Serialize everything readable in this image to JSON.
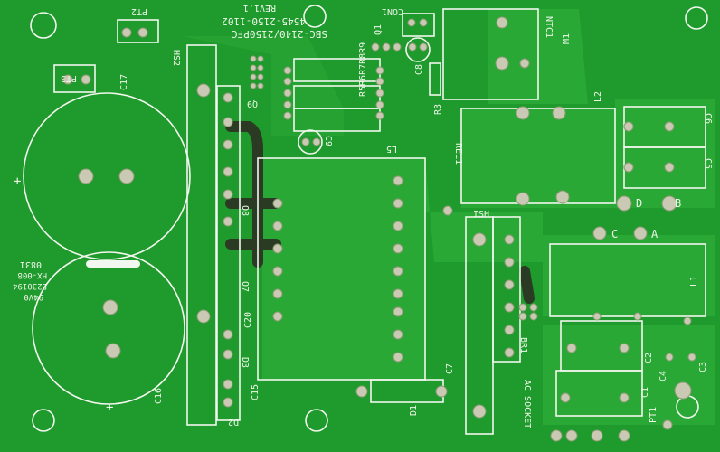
{
  "colors": {
    "board": "#1f9a2c",
    "copper_plane": "#2aa836",
    "silkscreen": "#f2f7ef",
    "pad": "#c9c9b4",
    "trace_dark": "#2b3a22"
  },
  "labels": {
    "pt2": "PT2",
    "pt3": "PT3",
    "c17": "C17",
    "hs2": "HS2",
    "model": "SBC-2140/2150PFC",
    "part_no": "4545-2150-1102",
    "rev": "REV1.1",
    "con1": "CON1",
    "q1": "Q1",
    "c8": "C8",
    "r3": "R3",
    "ntc1": "NTC1",
    "m1": "M1",
    "l2": "L2",
    "c6": "C6",
    "c5": "C5",
    "rel1": "REL1",
    "b": "B",
    "d": "D",
    "q9": "Q9",
    "c9": "C9",
    "r_group": "R5R6R7R8R9",
    "l5": "L5",
    "q8": "Q8",
    "q7": "Q7",
    "c20": "C20",
    "d3": "D3",
    "c15": "C15",
    "d2": "D2",
    "ish": "ISH",
    "c": "C",
    "a": "A",
    "l1": "L1",
    "br1": "BR1",
    "c2": "C2",
    "c3": "C3",
    "c4": "C4",
    "c1": "C1",
    "pt1": "PT1",
    "ac_socket": "AC SOCKET",
    "d1": "D1",
    "c7": "C7",
    "c16": "C16",
    "plus": "+",
    "date_code": "0831",
    "maker": "HX-008",
    "ul_file": "E230194",
    "rating": "94V0"
  }
}
